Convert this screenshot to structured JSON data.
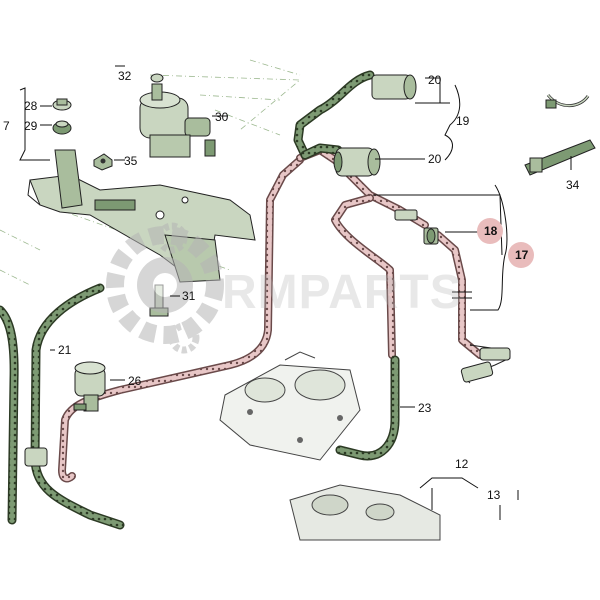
{
  "colors": {
    "background": "#ffffff",
    "part_fill": "#c9d6c0",
    "part_dark": "#7d9a73",
    "hose_dark": "#2c3a24",
    "hose_highlight": "#d9a4a4",
    "callout_highlight": "#e9bcbc",
    "watermark": "#b5b5b5"
  },
  "watermark": {
    "text": "RMPARTS"
  },
  "labels": {
    "p7": "7",
    "p12": "12",
    "p13": "13",
    "p17": "17",
    "p18": "18",
    "p19": "19",
    "p20a": "20",
    "p20b": "20",
    "p21": "21",
    "p23": "23",
    "p26": "26",
    "p28": "28",
    "p29": "29",
    "p30": "30",
    "p31": "31",
    "p32": "32",
    "p34": "34",
    "p35": "35"
  },
  "highlighted_callouts": [
    "18",
    "17"
  ]
}
